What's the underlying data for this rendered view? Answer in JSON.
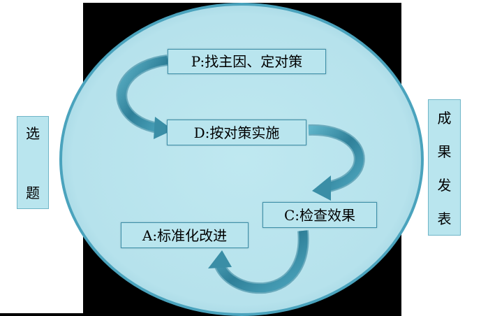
{
  "stages": {
    "plan": "P:找主因、定对策",
    "do": "D:按对策实施",
    "check": "C:检查效果",
    "act": "A:标准化改进"
  },
  "left_label": {
    "chars": [
      "选",
      "题"
    ]
  },
  "right_label": {
    "chars": [
      "成",
      "果",
      "发",
      "表"
    ]
  },
  "colors": {
    "circle_fill": "#b9e5ee",
    "circle_border": "#4aa3bd",
    "arrow": "#3a8ea6",
    "box_fill": "#b9e5ee",
    "background_panel": "#000000"
  }
}
